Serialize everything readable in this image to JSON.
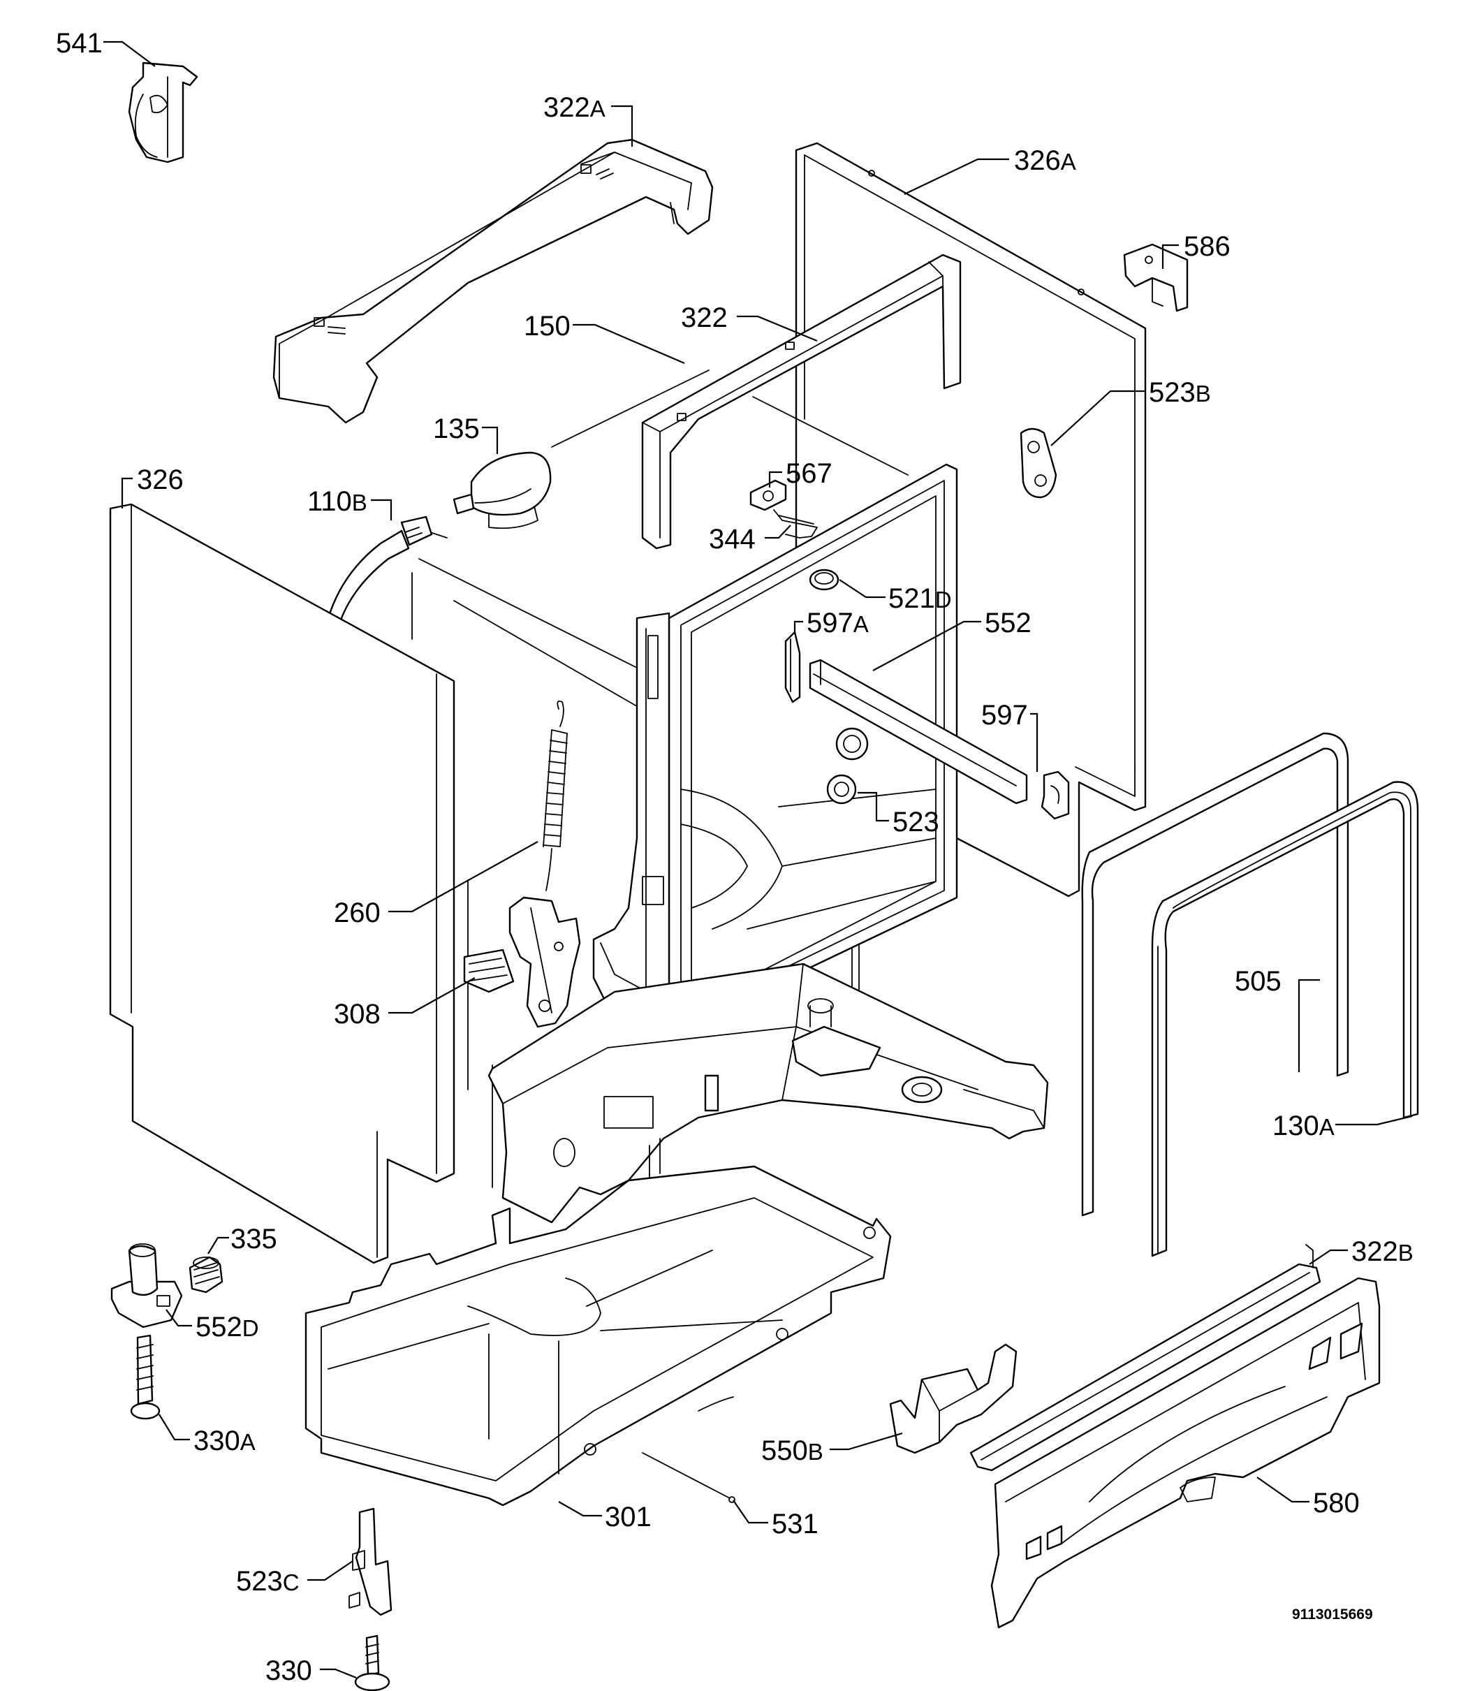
{
  "diagram": {
    "title": "",
    "document_number": "9113015669",
    "labels": {
      "l541": {
        "num": "541",
        "suffix": ""
      },
      "l322a": {
        "num": "322",
        "suffix": "A"
      },
      "l326a": {
        "num": "326",
        "suffix": "A"
      },
      "l586": {
        "num": "586",
        "suffix": ""
      },
      "l150": {
        "num": "150",
        "suffix": ""
      },
      "l322": {
        "num": "322",
        "suffix": ""
      },
      "l523b": {
        "num": "523",
        "suffix": "B"
      },
      "l135": {
        "num": "135",
        "suffix": ""
      },
      "l567": {
        "num": "567",
        "suffix": ""
      },
      "l326": {
        "num": "326",
        "suffix": ""
      },
      "l110b": {
        "num": "110",
        "suffix": "B"
      },
      "l344": {
        "num": "344",
        "suffix": ""
      },
      "l521d": {
        "num": "521",
        "suffix": "D"
      },
      "l597a": {
        "num": "597",
        "suffix": "A"
      },
      "l552": {
        "num": "552",
        "suffix": ""
      },
      "l597": {
        "num": "597",
        "suffix": ""
      },
      "l523": {
        "num": "523",
        "suffix": ""
      },
      "l260": {
        "num": "260",
        "suffix": ""
      },
      "l505": {
        "num": "505",
        "suffix": ""
      },
      "l308": {
        "num": "308",
        "suffix": ""
      },
      "l130a": {
        "num": "130",
        "suffix": "A"
      },
      "l335": {
        "num": "335",
        "suffix": ""
      },
      "l322b": {
        "num": "322",
        "suffix": "B"
      },
      "l552d": {
        "num": "552",
        "suffix": "D"
      },
      "l330a": {
        "num": "330",
        "suffix": "A"
      },
      "l550b": {
        "num": "550",
        "suffix": "B"
      },
      "l580": {
        "num": "580",
        "suffix": ""
      },
      "l301": {
        "num": "301",
        "suffix": ""
      },
      "l531": {
        "num": "531",
        "suffix": ""
      },
      "l523c": {
        "num": "523",
        "suffix": "C"
      },
      "l330": {
        "num": "330",
        "suffix": ""
      }
    }
  }
}
